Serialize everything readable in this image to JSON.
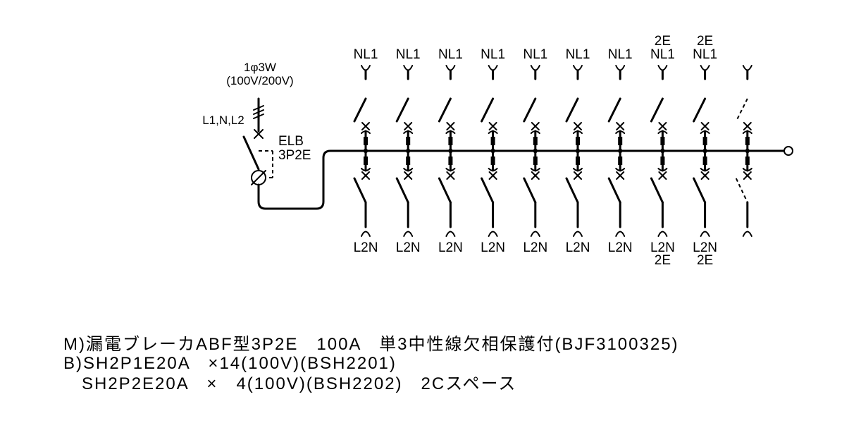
{
  "source": {
    "phase": "1φ3W",
    "voltage": "(100V/200V)",
    "conductors": "L1,N,L2"
  },
  "main_breaker": {
    "label": "ELB",
    "poles": "3P2E"
  },
  "branches": [
    {
      "top": "NL1",
      "top_extra": "",
      "bottom": "L2N",
      "bottom_extra": "",
      "spare": false
    },
    {
      "top": "NL1",
      "top_extra": "",
      "bottom": "L2N",
      "bottom_extra": "",
      "spare": false
    },
    {
      "top": "NL1",
      "top_extra": "",
      "bottom": "L2N",
      "bottom_extra": "",
      "spare": false
    },
    {
      "top": "NL1",
      "top_extra": "",
      "bottom": "L2N",
      "bottom_extra": "",
      "spare": false
    },
    {
      "top": "NL1",
      "top_extra": "",
      "bottom": "L2N",
      "bottom_extra": "",
      "spare": false
    },
    {
      "top": "NL1",
      "top_extra": "",
      "bottom": "L2N",
      "bottom_extra": "",
      "spare": false
    },
    {
      "top": "NL1",
      "top_extra": "",
      "bottom": "L2N",
      "bottom_extra": "",
      "spare": false
    },
    {
      "top": "NL1",
      "top_extra": "2E",
      "bottom": "L2N",
      "bottom_extra": "2E",
      "spare": false
    },
    {
      "top": "NL1",
      "top_extra": "2E",
      "bottom": "L2N",
      "bottom_extra": "2E",
      "spare": false
    },
    {
      "top": "",
      "top_extra": "",
      "bottom": "",
      "bottom_extra": "",
      "spare": true
    }
  ],
  "notes": [
    "M)漏電ブレーカABF型3P2E　100A　単3中性線欠相保護付(BJF3100325)",
    "B)SH2P1E20A　×14(100V)(BSH2201)",
    "　SH2P2E20A　×　4(100V)(BSH2202)　2Cスペース"
  ]
}
